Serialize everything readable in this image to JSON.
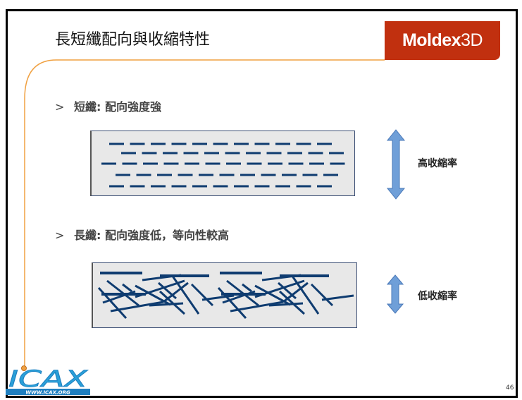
{
  "slide": {
    "title": "長短纖配向與收縮特性",
    "logo_text": "Moldex",
    "logo_text_suffix": "3D",
    "bullets": [
      {
        "marker": ">",
        "text": "短纖: 配向強度強"
      },
      {
        "marker": ">",
        "text": "長纖: 配向強度低，等向性較高"
      }
    ],
    "labels": {
      "high_shrinkage": "高收縮率",
      "low_shrinkage": "低收縮率"
    },
    "footer_logo": "ICAX",
    "footer_url": "WWW.ICAX.ORG",
    "page_number": "46"
  },
  "colors": {
    "brand": "#c1300f",
    "fiber": "#0f3c70",
    "accent_line": "#f0a040",
    "arrow": "#6f9fd8"
  }
}
